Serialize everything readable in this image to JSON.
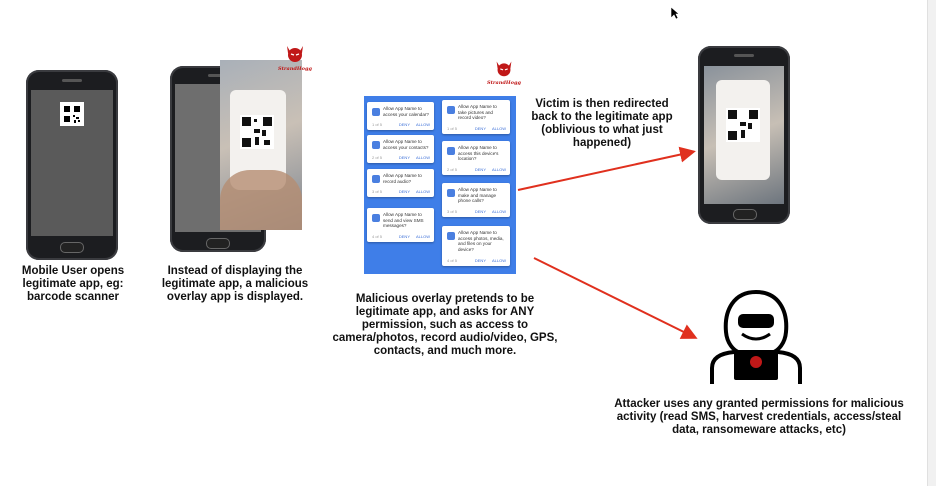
{
  "captions": {
    "step1": "Mobile User opens legitimate app, eg: barcode scanner",
    "step2": "Instead of displaying the legitimate app, a malicious overlay app is displayed.",
    "step3": "Malicious overlay pretends to be legitimate app, and asks for ANY permission, such as access to camera/photos, record audio/video, GPS, contacts, and much more.",
    "step4": "Victim is then redirected back to the legitimate app (oblivious to what just happened)",
    "step5": "Attacker uses any granted permissions for malicious activity (read SMS, harvest credentials, access/steal data, ransomeware attacks, etc)"
  },
  "logo_text": "StrandHogg",
  "permission_dialogs": {
    "left": [
      {
        "text": "Allow App Name to\naccess your calendar?",
        "count": "1 of 5",
        "deny": "DENY",
        "allow": "ALLOW"
      },
      {
        "text": "Allow App Name to\naccess your contacts?",
        "count": "2 of 5",
        "deny": "DENY",
        "allow": "ALLOW"
      },
      {
        "text": "Allow App Name to\nrecord audio?",
        "count": "3 of 5",
        "deny": "DENY",
        "allow": "ALLOW"
      },
      {
        "text": "Allow App Name to\nsend and view SMS\nmessages?",
        "count": "4 of 5",
        "deny": "DENY",
        "allow": "ALLOW"
      }
    ],
    "right": [
      {
        "text": "Allow App Name to\ntake pictures and\nrecord video?",
        "count": "1 of 5",
        "deny": "DENY",
        "allow": "ALLOW"
      },
      {
        "text": "Allow App Name to\naccess this device's\nlocation?",
        "count": "2 of 5",
        "deny": "DENY",
        "allow": "ALLOW"
      },
      {
        "text": "Allow App Name to\nmake and manage\nphone calls?",
        "count": "3 of 5",
        "deny": "DENY",
        "allow": "ALLOW"
      },
      {
        "text": "Allow App Name to\naccess photos, media,\nand files on your\ndevice?",
        "count": "4 of 5",
        "deny": "DENY",
        "allow": "ALLOW"
      }
    ]
  },
  "colors": {
    "arrow": "#e0301e",
    "logo_red": "#c01818",
    "dialog_bg": "#3f7ee8"
  }
}
